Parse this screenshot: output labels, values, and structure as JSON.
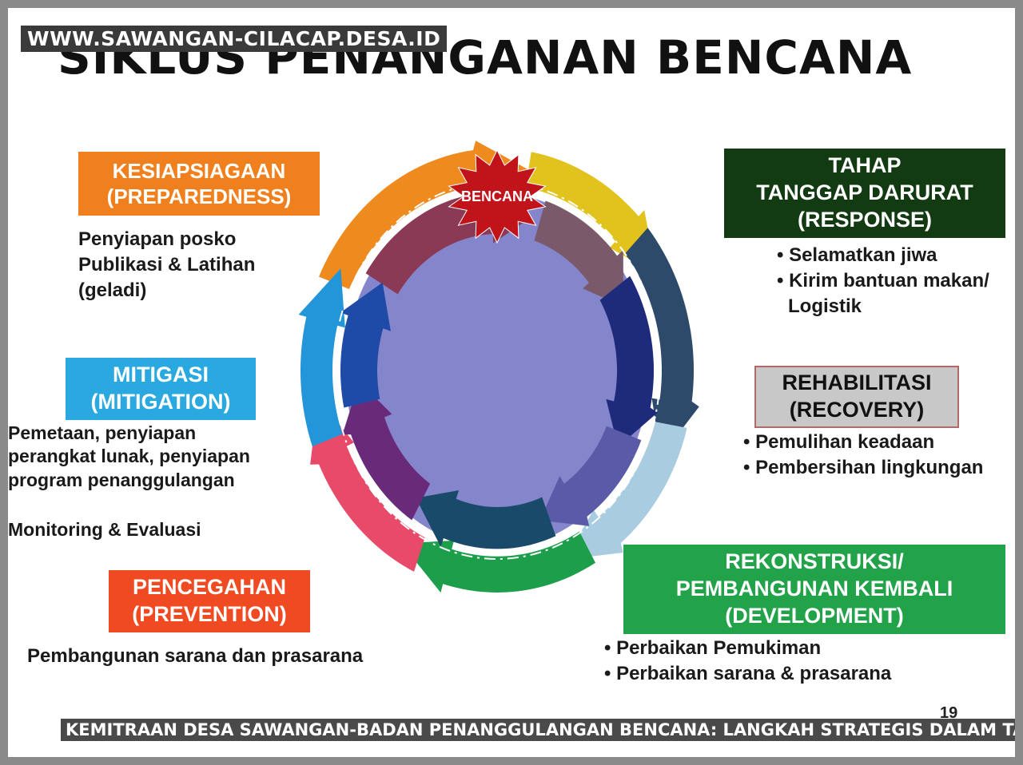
{
  "watermark": "WWW.SAWANGAN-CILACAP.DESA.ID",
  "title": "SIKLUS PENANGANAN BENCANA",
  "center_label": "BENCANA",
  "page_number": "19",
  "caption": "KEMITRAAN DESA SAWANGAN-BADAN PENANGGULANGAN BENCANA: LANGKAH STRATEGIS DALAM TANGGAP KRISIS",
  "stages": {
    "preparedness": {
      "title": "KESIAPSIAGAAN",
      "subtitle": "(PREPAREDNESS)",
      "color": "#f0801e",
      "items": [
        "Penyiapan posko",
        "Publikasi & Latihan",
        "(geladi)"
      ]
    },
    "response": {
      "title1": "TAHAP",
      "title2": "TANGGAP DARURAT",
      "subtitle": "(RESPONSE)",
      "color": "#123b12",
      "items": [
        "Selamatkan jiwa",
        "Kirim bantuan makan/"
      ],
      "item_cont": "Logistik"
    },
    "recovery": {
      "title": "REHABILITASI",
      "subtitle": "(RECOVERY)",
      "color": "#c8c8c8",
      "items": [
        "Pemulihan keadaan",
        "Pembersihan lingkungan"
      ]
    },
    "development": {
      "title1": "REKONSTRUKSI/",
      "title2": "PEMBANGUNAN KEMBALI",
      "subtitle": "(DEVELOPMENT)",
      "color": "#22a34a",
      "items": [
        "Perbaikan Pemukiman",
        "Perbaikan sarana & prasarana"
      ]
    },
    "prevention": {
      "title": "PENCEGAHAN",
      "subtitle": "(PREVENTION)",
      "color": "#f04a22",
      "items": [
        "Pembangunan sarana dan prasarana"
      ]
    },
    "mitigation": {
      "title": "MITIGASI",
      "subtitle": "(MITIGATION)",
      "color": "#2aa8e0",
      "items": [
        "Pemetaan, penyiapan",
        "perangkat lunak, penyiapan",
        "program penanggulangan"
      ],
      "extra": "Monitoring & Evaluasi"
    }
  },
  "cycle_colors": {
    "outer": [
      "#ef8a1e",
      "#e2c21c",
      "#2e4a6a",
      "#a9cce0",
      "#1d9e4a",
      "#e84a6a",
      "#2296d8"
    ],
    "inner": [
      "#8a3a55",
      "#7a5a6a",
      "#1e2a7a",
      "#5a5aa8",
      "#1a4a6a",
      "#6a2a7a",
      "#1e4aa8"
    ],
    "center_fill": "#8585cc",
    "star": "#c0141a"
  }
}
